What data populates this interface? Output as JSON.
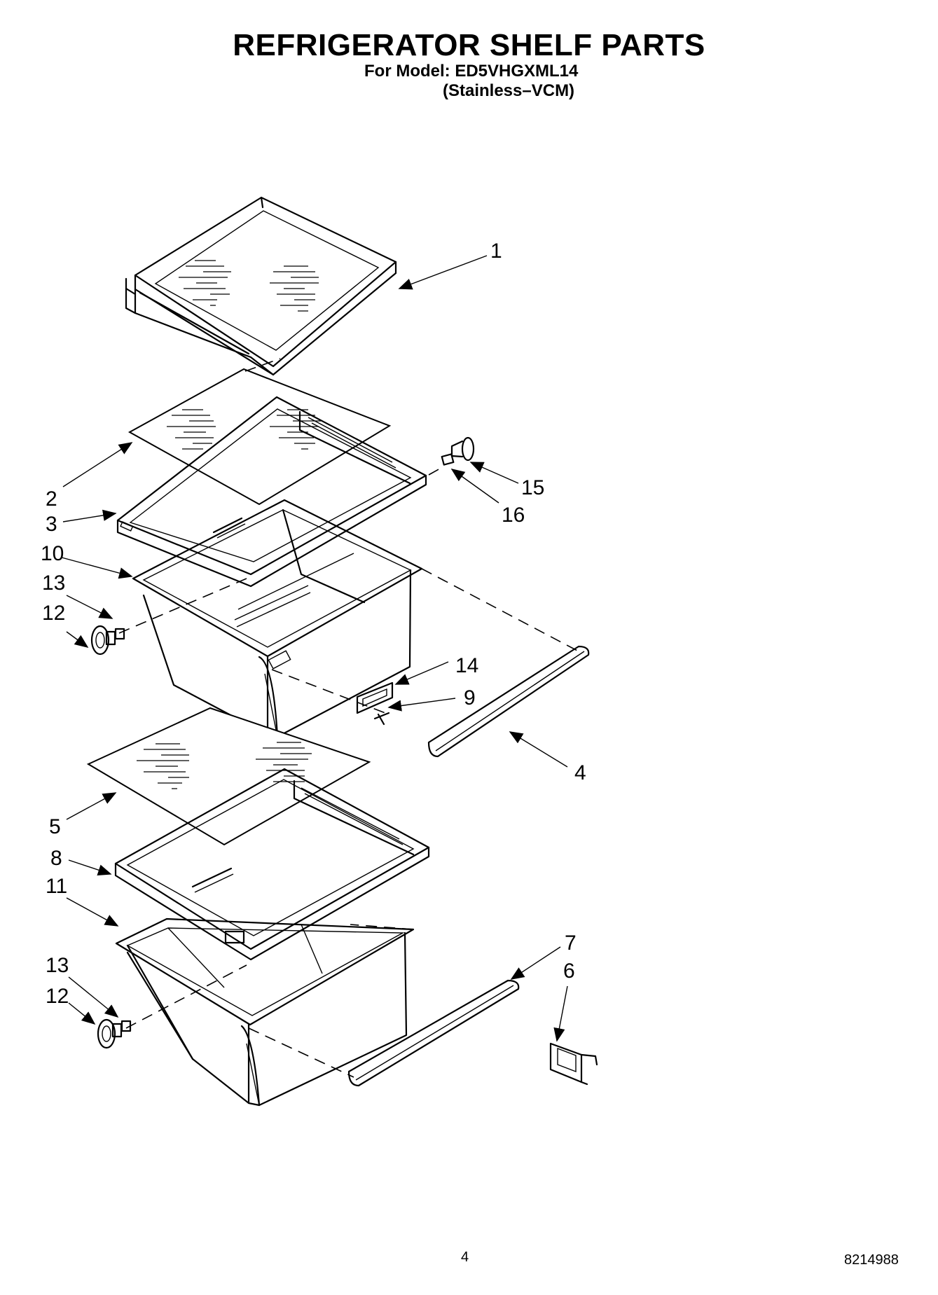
{
  "page": {
    "title": "REFRIGERATOR SHELF PARTS",
    "model_line": "For Model: ED5VHGXML14",
    "finish_line": "(Stainless–VCM)",
    "page_number": "4",
    "document_number": "8214988"
  },
  "callouts": [
    "1",
    "2",
    "3",
    "10",
    "13",
    "12",
    "15",
    "16",
    "14",
    "9",
    "4",
    "5",
    "8",
    "11",
    "13",
    "12",
    "7",
    "6"
  ]
}
